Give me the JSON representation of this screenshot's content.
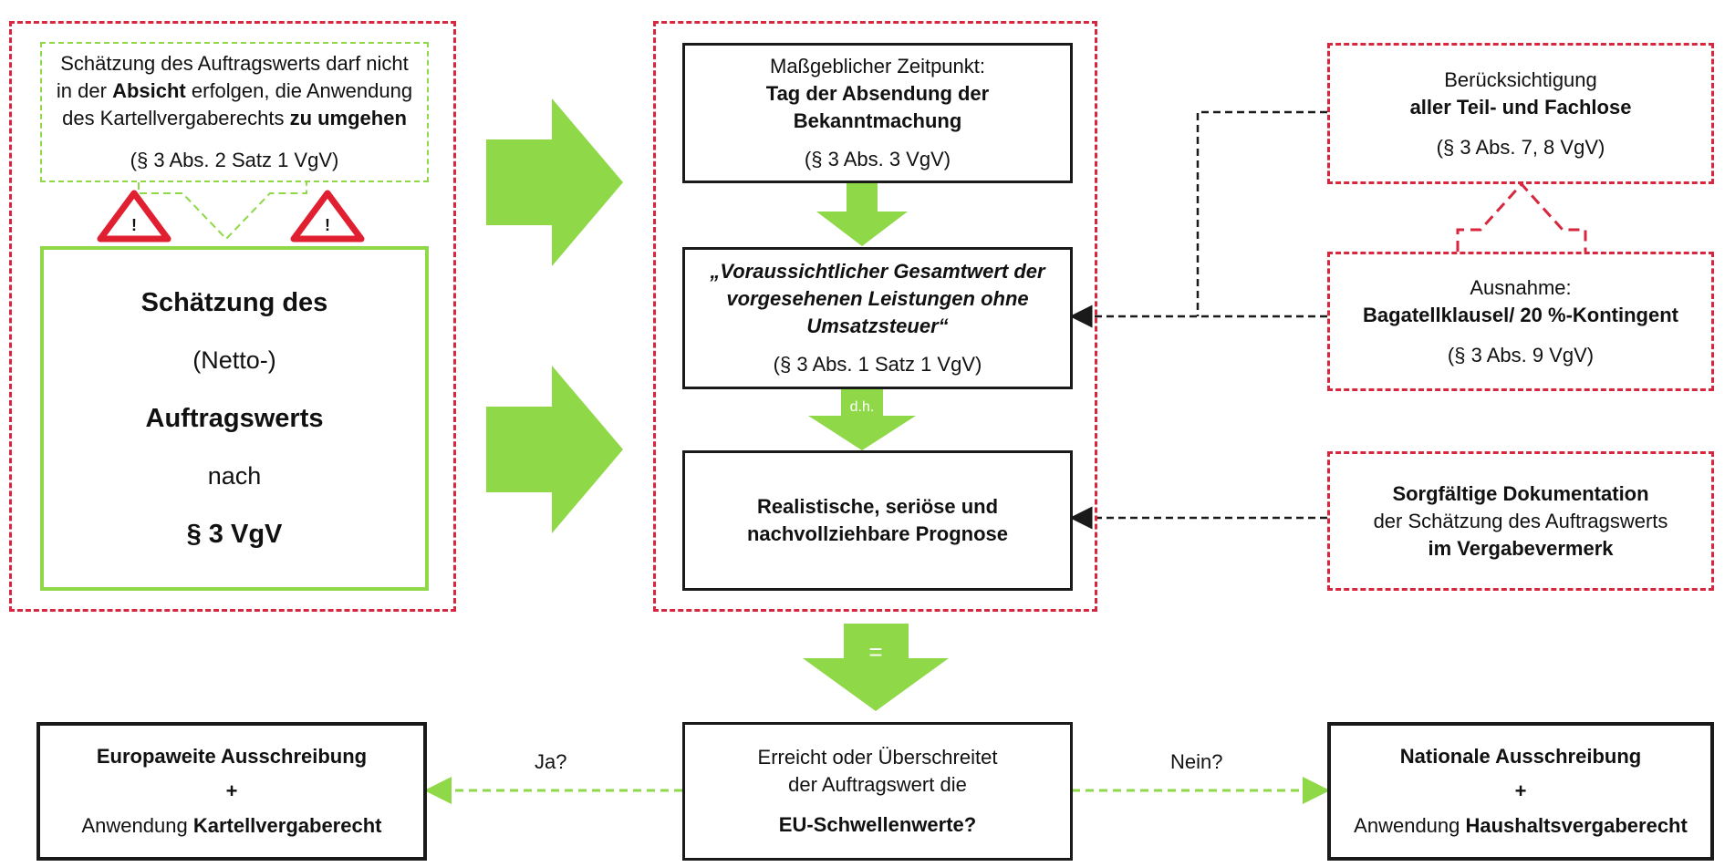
{
  "left_note": {
    "line1": "Schätzung des Auftragswerts darf nicht",
    "line2_pre": "in der ",
    "line2_bold": "Absicht",
    "line2_post": " erfolgen, die Anwendung",
    "line3_pre": "des Kartellvergaberechts ",
    "line3_bold": "zu umgehen",
    "ref": "(§ 3 Abs. 2 Satz 1 VgV)"
  },
  "warning_symbol": "!",
  "main_box": {
    "line1": "Schätzung des",
    "line2": "(Netto-)",
    "line3": "Auftragswerts",
    "line4": "nach",
    "line5": "§ 3 VgV"
  },
  "time_box": {
    "label": "Maßgeblicher Zeitpunkt:",
    "bold1": "Tag der Absendung der",
    "bold2": "Bekanntmachung",
    "ref": "(§ 3 Abs. 3 VgV)"
  },
  "value_box": {
    "line1": "„Voraussichtlicher Gesamtwert der",
    "line2": "vorgesehenen Leistungen ohne",
    "line3": "Umsatzsteuer“",
    "ref": "(§ 3 Abs. 1 Satz 1 VgV)"
  },
  "dh_label": "d.h.",
  "forecast_box": {
    "line1": "Realistische, seriöse und",
    "line2": "nachvollziehbare Prognose"
  },
  "lots_box": {
    "line1": "Berücksichtigung",
    "bold": "aller Teil- und Fachlose",
    "ref": "(§ 3 Abs. 7, 8 VgV)"
  },
  "exception_box": {
    "line1": "Ausnahme:",
    "bold": "Bagatellklausel/ 20 %-Kontingent",
    "ref": "(§ 3 Abs. 9 VgV)"
  },
  "doc_box": {
    "bold1": "Sorgfältige Dokumentation",
    "line2": "der Schätzung des Auftragswerts",
    "bold3": "im Vergabevermerk"
  },
  "equals_label": "=",
  "threshold_box": {
    "line1": "Erreicht oder Überschreitet",
    "line2": "der Auftragswert die",
    "bold": "EU-Schwellenwerte?"
  },
  "yes_label": "Ja?",
  "no_label": "Nein?",
  "eu_box": {
    "bold1": "Europaweite Ausschreibung",
    "plus": "+",
    "line3_pre": "Anwendung ",
    "line3_bold": "Kartellvergaberecht"
  },
  "national_box": {
    "bold1": "Nationale Ausschreibung",
    "plus": "+",
    "line3_pre": "Anwendung ",
    "line3_bold": "Haushaltsvergaberecht"
  },
  "colors": {
    "green": "#8fd848",
    "red": "#d7263d",
    "black": "#1a1a1a"
  }
}
